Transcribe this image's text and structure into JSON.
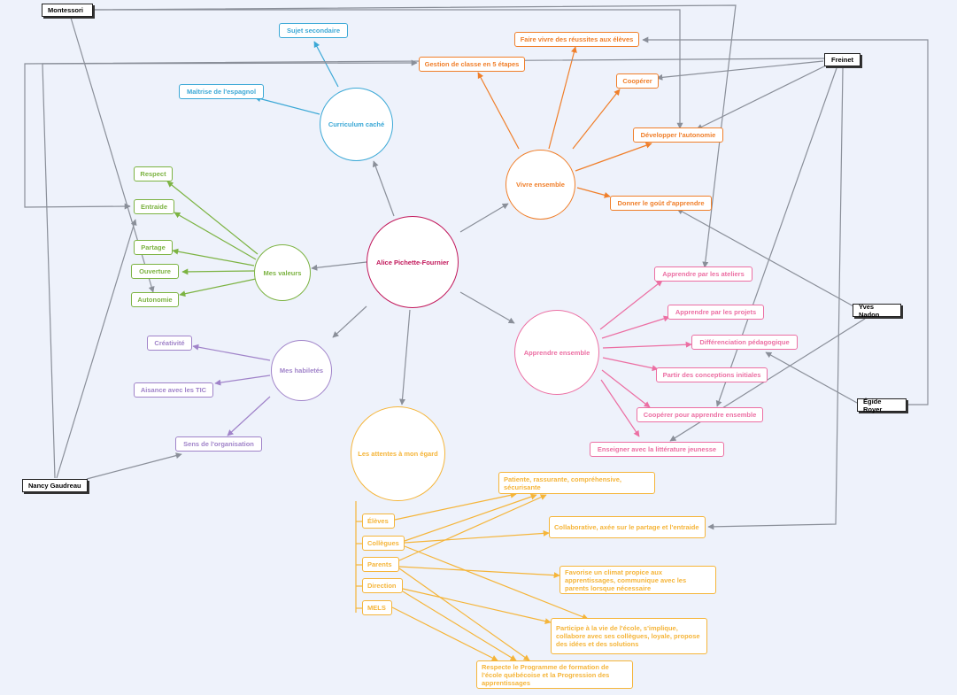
{
  "colors": {
    "center": "#c2185b",
    "teal": "#3ba8d6",
    "green": "#7cb342",
    "purple": "#a083c9",
    "orange": "#f07f2a",
    "pink": "#ec6fa3",
    "yellow": "#f5b53a",
    "person": "#8a8f99"
  },
  "center": {
    "label": "Alice Pichette-Fournier"
  },
  "curriculum": {
    "label": "Curriculum caché",
    "items": [
      "Sujet secondaire",
      "Maîtrise de l'espagnol"
    ]
  },
  "vivre": {
    "label": "Vivre ensemble",
    "items": [
      "Faire vivre des réussites aux élèves",
      "Gestion de classe en 5 étapes",
      "Coopérer",
      "Développer l'autonomie",
      "Donner le goût d'apprendre"
    ]
  },
  "valeurs": {
    "label": "Mes valeurs",
    "items": [
      "Respect",
      "Entraide",
      "Partage",
      "Ouverture",
      "Autonomie"
    ]
  },
  "habiletes": {
    "label": "Mes habiletés",
    "items": [
      "Créativité",
      "Aisance avec les TIC",
      "Sens de l'organisation"
    ]
  },
  "apprendre": {
    "label": "Apprendre ensemble",
    "items": [
      "Apprendre par les ateliers",
      "Apprendre par les projets",
      "Différenciation pédagogique",
      "Partir des conceptions initiales",
      "Coopérer pour apprendre ensemble",
      "Enseigner avec la littérature jeunesse"
    ]
  },
  "attentes": {
    "label": "Les attentes à mon égard",
    "groups": [
      "Élèves",
      "Collègues",
      "Parents",
      "Direction",
      "MELS"
    ],
    "descriptions": [
      "Patiente, rassurante, compréhensive, sécurisante",
      "Collaborative, axée sur le partage et l'entraide",
      "Favorise un climat propice aux apprentissages, communique avec les parents lorsque nécessaire",
      "Participe à la vie de l'école, s'implique, collabore avec ses collègues, loyale, propose des idées et des solutions",
      "Respecte le Programme de formation de l'école québécoise et la Progression des apprentissages"
    ]
  },
  "people": [
    "Montessori",
    "Freinet",
    "Yves Nadon",
    "Égide Royer",
    "Nancy Gaudreau"
  ]
}
